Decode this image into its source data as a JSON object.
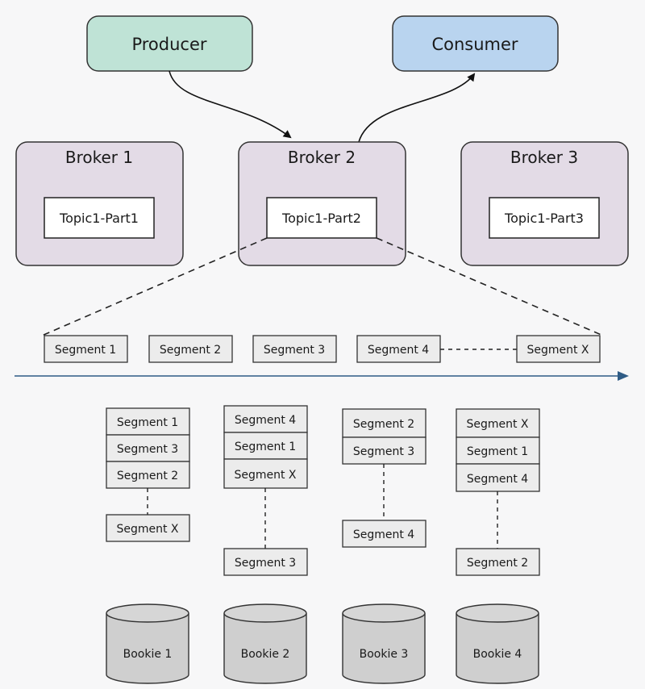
{
  "producer": "Producer",
  "consumer": "Consumer",
  "brokers": [
    {
      "title": "Broker 1",
      "partition": "Topic1-Part1"
    },
    {
      "title": "Broker 2",
      "partition": "Topic1-Part2"
    },
    {
      "title": "Broker 3",
      "partition": "Topic1-Part3"
    }
  ],
  "segments_row": [
    "Segment 1",
    "Segment 2",
    "Segment 3",
    "Segment 4",
    "Segment X"
  ],
  "bookie_stacks": [
    {
      "stacked": [
        "Segment 1",
        "Segment 3",
        "Segment 2"
      ],
      "bottom": "Segment X"
    },
    {
      "stacked": [
        "Segment 4",
        "Segment 1",
        "Segment X"
      ],
      "bottom": "Segment 3"
    },
    {
      "stacked": [
        "Segment 2",
        "Segment 3"
      ],
      "bottom": "Segment 4"
    },
    {
      "stacked": [
        "Segment X",
        "Segment 1",
        "Segment 4"
      ],
      "bottom": "Segment 2"
    }
  ],
  "bookies": [
    "Bookie 1",
    "Bookie 2",
    "Bookie 3",
    "Bookie 4"
  ],
  "colors": {
    "producer_fill": "#bfe3d6",
    "consumer_fill": "#b9d4ef",
    "broker_fill": "#e3dbe6",
    "segment_fill": "#ececec",
    "bookie_fill": "#cfcfcf",
    "timeline": "#2f5c86"
  }
}
